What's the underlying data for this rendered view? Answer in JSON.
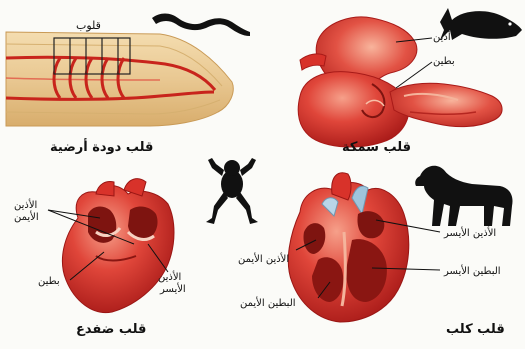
{
  "worm": {
    "heart_label": "قلوب",
    "caption": "قلب دودة أرضية"
  },
  "fish": {
    "atrium_label": "أذين",
    "ventricle_label": "بطين",
    "caption": "قلب سمكة"
  },
  "frog": {
    "atria_label_line1": "الأذين",
    "atria_label_line2": "الأيمن",
    "left_atrium_line1": "الأذين",
    "left_atrium_line2": "الأيسر",
    "ventricle_label": "بطين",
    "caption": "قلب ضفدع"
  },
  "dog": {
    "left_atrium_label": "الأذين الأيسر",
    "left_ventricle_label": "البطين الأيسر",
    "right_atrium_label": "الأذين الأيمن",
    "right_ventricle_label": "البطين الأيمن",
    "caption": "قلب كلب"
  },
  "colors": {
    "heart_red": "#d8322a",
    "heart_light": "#f07a5a",
    "vessel_yellow": "#e8c25a",
    "silhouette": "#111111",
    "vein_blue": "#9fc4dc"
  }
}
